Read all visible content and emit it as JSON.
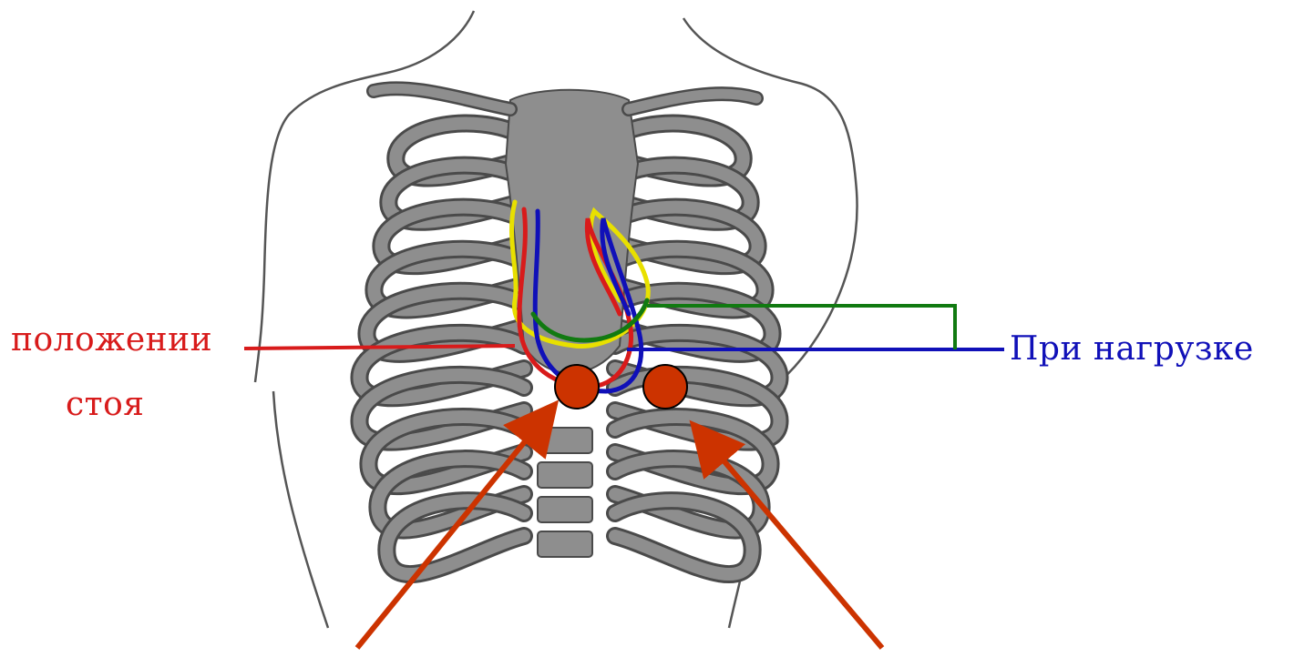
{
  "labels": {
    "standing_line1": "положении",
    "standing_line2": "стоя",
    "under_load": "При нагрузке"
  },
  "colors": {
    "standing": "#d81b1b",
    "under_load": "#1010b8",
    "bracket": "#117a11",
    "yellow_outline": "#e8e000",
    "marker": "#cc3300",
    "bone": "#8e8e8e",
    "bone_edge": "#4a4a4a",
    "body_outline": "#555555"
  },
  "icons": [
    "torso-outline",
    "rib-cage",
    "heart-outline-standing",
    "heart-outline-load",
    "point-marker",
    "pointer-arrow"
  ]
}
